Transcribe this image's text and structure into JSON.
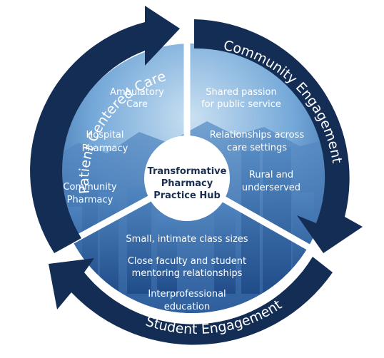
{
  "hub": {
    "line1": "Transformative",
    "line2": "Pharmacy",
    "line3": "Practice Hub"
  },
  "arcs": {
    "left": "Patient Centered Care",
    "right": "Community Engagement",
    "bottom": "Student Engagement"
  },
  "left_items": [
    {
      "line1": "Ambulatory",
      "line2": "Care"
    },
    {
      "line1": "Hospital",
      "line2": "Pharmacy"
    },
    {
      "line1": "Community",
      "line2": "Pharmacy"
    }
  ],
  "right_items": [
    {
      "line1": "Shared passion",
      "line2": "for public service"
    },
    {
      "line1": "Relationships across",
      "line2": "care settings"
    },
    {
      "line1": "Rural and",
      "line2": "underserved"
    }
  ],
  "bottom_items": [
    {
      "line1": "Small, intimate class sizes"
    },
    {
      "line1": "Close faculty and student",
      "line2": "mentoring relationships"
    },
    {
      "line1": "Interprofessional",
      "line2": "education"
    }
  ],
  "colors": {
    "ring": "#142d55",
    "center_top": "#c4ddf0",
    "center_mid": "#6aa0d2",
    "center_bottom": "#1f4a86",
    "divider": "#ffffff",
    "hub_text": "#1b2f52"
  }
}
